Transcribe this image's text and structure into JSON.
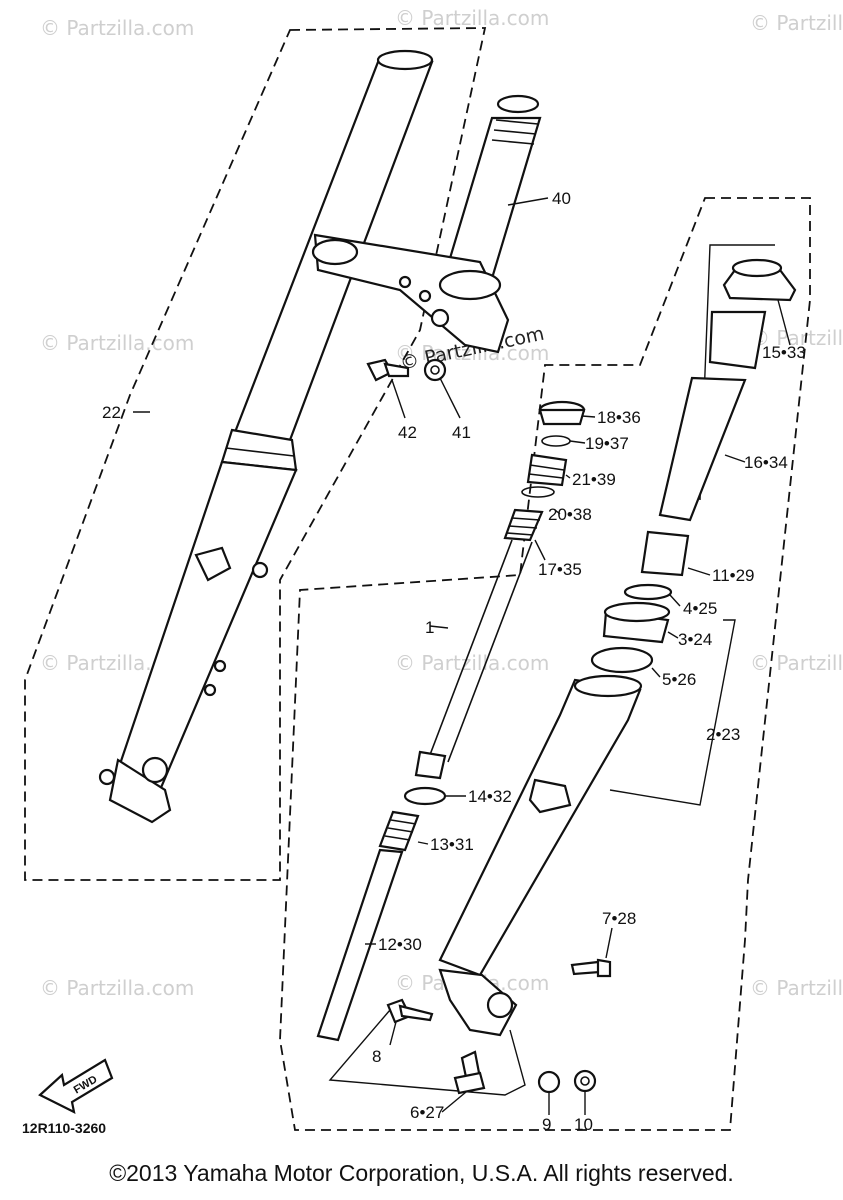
{
  "watermarks": [
    "© Partzilla.com",
    "© Partzilla.com",
    "© Partzilla.com",
    "© Partzilla.com",
    "© Partzilla.com",
    "© Partzilla.com",
    "© Partzilla.com",
    "© Partzilla.com",
    "© Partzilla.com",
    "© Partzilla.com",
    "© Partzilla.com",
    "© Partzilla.com",
    "© Partzilla.com"
  ],
  "callouts": [
    "40",
    "22",
    "42",
    "41",
    "15•33",
    "18•36",
    "19•37",
    "21•39",
    "16•34",
    "20•38",
    "17•35",
    "11•29",
    "4•25",
    "1",
    "3•24",
    "5•26",
    "2•23",
    "14•32",
    "13•31",
    "7•28",
    "12•30",
    "8",
    "6•27",
    "9",
    "10"
  ],
  "direction_badge": "FWD",
  "diagram_code": "12R110-3260",
  "copyright": "©2013 Yamaha Motor Corporation, U.S.A. All rights reserved.",
  "colors": {
    "ink": "#111111",
    "watermark": "#cfcfcf",
    "paper": "#ffffff"
  }
}
